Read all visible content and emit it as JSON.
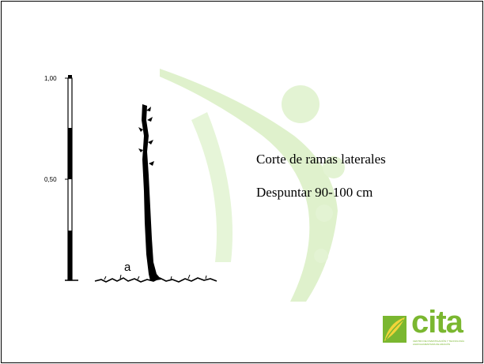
{
  "scale": {
    "top_label": "1,00",
    "mid_label": "0,50"
  },
  "figure": {
    "plant_label": "a"
  },
  "text": {
    "line1": "Corte de ramas laterales",
    "line2": "Despuntar 90-100 cm"
  },
  "logo": {
    "wordmark": "cita",
    "subtitle": "CENTRO DE INVESTIGACIÓN Y TECNOLOGÍA AGROALIMENTARIA DE ARAGÓN"
  },
  "colors": {
    "watermark_green": "#d9efc4",
    "logo_green": "#7ab730",
    "logo_yellow": "#f2d43a"
  },
  "icons": {
    "logo_mark": "leaf-icon"
  }
}
